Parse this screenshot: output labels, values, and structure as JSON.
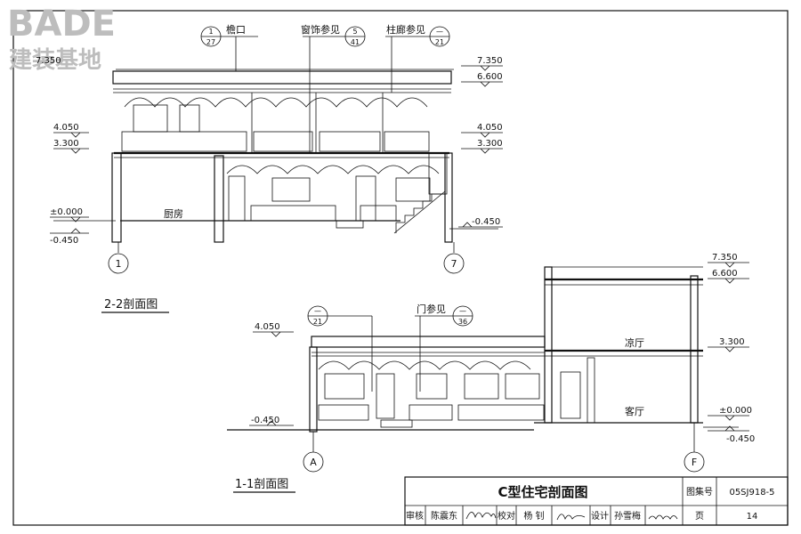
{
  "watermark": {
    "brand": "BADE",
    "tagline": "建装基地"
  },
  "section_22": {
    "title": "2-2剖面图",
    "callouts": [
      {
        "label": "檐口",
        "num": "1",
        "den": "27"
      },
      {
        "label": "窗饰参见",
        "num": "5",
        "den": "41"
      },
      {
        "label": "柱廊参见",
        "num": "—",
        "den": "21"
      }
    ],
    "room": "厨房",
    "elev_left": [
      "4.050",
      "3.300",
      "±0.000",
      "-0.450"
    ],
    "elev_right": [
      "7.350",
      "6.600",
      "4.050",
      "3.300",
      "-0.450"
    ],
    "elev_left_top": "7.350",
    "axes": [
      "1",
      "7"
    ]
  },
  "section_11": {
    "title": "1-1剖面图",
    "callouts": [
      {
        "label": "",
        "num": "—",
        "den": "21"
      },
      {
        "label": "门参见",
        "num": "—",
        "den": "36"
      }
    ],
    "rooms": [
      "凉厅",
      "客厅"
    ],
    "elev_left": [
      "4.050",
      "-0.450"
    ],
    "elev_right": [
      "7.350",
      "6.600",
      "3.300",
      "±0.000",
      "-0.450"
    ],
    "axes": [
      "A",
      "F"
    ]
  },
  "title_block": {
    "drawing_title": "C型住宅剖面图",
    "atlas_label": "图集号",
    "atlas_no": "05SJ918-5",
    "review_label": "审核",
    "reviewer": "陈震东",
    "check_label": "校对",
    "checker": "杨 钊",
    "design_label": "设计",
    "designer": "孙雪梅",
    "page_label": "页",
    "page_no": "14"
  }
}
